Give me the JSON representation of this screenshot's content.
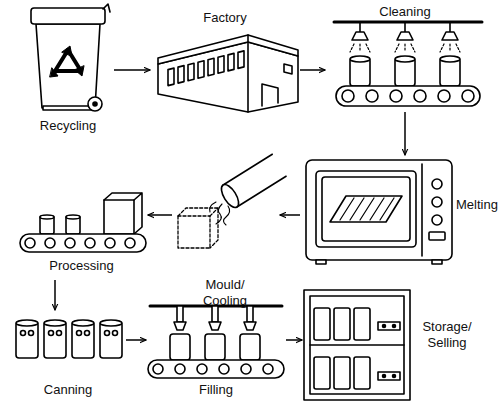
{
  "diagram": {
    "nodes": [
      {
        "text": [
          "Recycling"
        ]
      },
      {
        "text": [
          "Factory"
        ]
      },
      {
        "text": [
          "Cleaning"
        ]
      },
      {
        "text": [
          "Melting"
        ]
      },
      {
        "text": [
          "Mould/ Cooling"
        ]
      },
      {
        "text": [
          "Processing"
        ]
      },
      {
        "text": [
          "Canning"
        ]
      },
      {
        "text": [
          "Filling"
        ]
      },
      {
        "text": [
          "Storage/ Selling"
        ]
      }
    ],
    "edges": [
      {
        "from": 0,
        "to": 1,
        "arrow": "to"
      },
      {
        "from": 1,
        "to": 2,
        "arrow": "to"
      },
      {
        "from": 2,
        "to": 3,
        "arrow": "to"
      },
      {
        "from": 3,
        "to": 4,
        "arrow": "to"
      },
      {
        "from": 4,
        "to": 5,
        "arrow": "to"
      },
      {
        "from": 5,
        "to": 6,
        "arrow": "to"
      },
      {
        "from": 6,
        "to": 7,
        "arrow": "to"
      },
      {
        "from": 7,
        "to": 8,
        "arrow": "to"
      }
    ]
  }
}
